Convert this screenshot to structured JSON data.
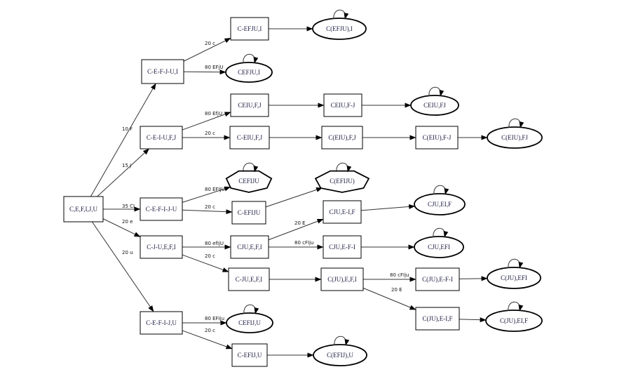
{
  "diagram": {
    "type": "state-transition-graph",
    "nodes": [
      {
        "id": "n0",
        "label": "C,E,F,I,J,U",
        "shape": "box"
      },
      {
        "id": "n1",
        "label": "C-E-F-J-U,I",
        "shape": "box"
      },
      {
        "id": "n2",
        "label": "C-EFJU,I",
        "shape": "box"
      },
      {
        "id": "n3",
        "label": "C(EFJU),I",
        "shape": "ellipse"
      },
      {
        "id": "n4",
        "label": "CEFJU,I",
        "shape": "ellipse"
      },
      {
        "id": "n5",
        "label": "C-E-I-U,F,J",
        "shape": "box"
      },
      {
        "id": "n6",
        "label": "CEIU,F,J",
        "shape": "box"
      },
      {
        "id": "n7",
        "label": "CEIU,F-J",
        "shape": "box"
      },
      {
        "id": "n8",
        "label": "CEIU,FJ",
        "shape": "ellipse"
      },
      {
        "id": "n9",
        "label": "C-EIU,F,J",
        "shape": "box"
      },
      {
        "id": "n10",
        "label": "C(EIU),F,J",
        "shape": "box"
      },
      {
        "id": "n11",
        "label": "C(EIU),F-J",
        "shape": "box"
      },
      {
        "id": "n12",
        "label": "C(EIU),FJ",
        "shape": "ellipse"
      },
      {
        "id": "n13",
        "label": "C-E-F-I-J-U",
        "shape": "box"
      },
      {
        "id": "n14",
        "label": "CEFIJU",
        "shape": "heptagon"
      },
      {
        "id": "n15",
        "label": "C-EFIJU",
        "shape": "box"
      },
      {
        "id": "n16",
        "label": "C(EFIJU)",
        "shape": "heptagon"
      },
      {
        "id": "n17",
        "label": "CJU,E-I,F",
        "shape": "box"
      },
      {
        "id": "n18",
        "label": "CJU,EI,F",
        "shape": "ellipse"
      },
      {
        "id": "n19",
        "label": "C-J-U,E,F,I",
        "shape": "box"
      },
      {
        "id": "n20",
        "label": "CJU,E,F,I",
        "shape": "box"
      },
      {
        "id": "n21",
        "label": "CJU,E-F-I",
        "shape": "box"
      },
      {
        "id": "n22",
        "label": "CJU,EFI",
        "shape": "ellipse"
      },
      {
        "id": "n23",
        "label": "C-JU,E,F,I",
        "shape": "box"
      },
      {
        "id": "n24",
        "label": "C(JU),E,F,I",
        "shape": "box"
      },
      {
        "id": "n25",
        "label": "C(JU),E-F-I",
        "shape": "box"
      },
      {
        "id": "n26",
        "label": "C(JU),EFI",
        "shape": "ellipse"
      },
      {
        "id": "n27",
        "label": "C(JU),E-I,F",
        "shape": "box"
      },
      {
        "id": "n28",
        "label": "C(JU),EI,F",
        "shape": "ellipse"
      },
      {
        "id": "n29",
        "label": "C-E-F-I-J,U",
        "shape": "box"
      },
      {
        "id": "n30",
        "label": "CEFIJ,U",
        "shape": "ellipse"
      },
      {
        "id": "n31",
        "label": "C-EFIJ,U",
        "shape": "box"
      },
      {
        "id": "n32",
        "label": "C(EFIJ),U",
        "shape": "ellipse"
      }
    ],
    "edges": [
      {
        "from": "n0",
        "to": "n1",
        "label": "10 F"
      },
      {
        "from": "n0",
        "to": "n5",
        "label": "15 j"
      },
      {
        "from": "n0",
        "to": "n13",
        "label": "35 CI"
      },
      {
        "from": "n0",
        "to": "n19",
        "label": "20 e"
      },
      {
        "from": "n0",
        "to": "n29",
        "label": "20 u"
      },
      {
        "from": "n1",
        "to": "n2",
        "label": "20 c"
      },
      {
        "from": "n1",
        "to": "n4",
        "label": "80 EFjU"
      },
      {
        "from": "n2",
        "to": "n3",
        "label": ""
      },
      {
        "from": "n5",
        "to": "n6",
        "label": "80 EfjU"
      },
      {
        "from": "n5",
        "to": "n9",
        "label": "20 c"
      },
      {
        "from": "n6",
        "to": "n7",
        "label": ""
      },
      {
        "from": "n7",
        "to": "n8",
        "label": ""
      },
      {
        "from": "n9",
        "to": "n10",
        "label": ""
      },
      {
        "from": "n10",
        "to": "n11",
        "label": ""
      },
      {
        "from": "n11",
        "to": "n12",
        "label": ""
      },
      {
        "from": "n13",
        "to": "n14",
        "label": "80 EFIJU"
      },
      {
        "from": "n13",
        "to": "n15",
        "label": "20 c"
      },
      {
        "from": "n15",
        "to": "n16",
        "label": ""
      },
      {
        "from": "n19",
        "to": "n20",
        "label": "80 efIjU"
      },
      {
        "from": "n19",
        "to": "n23",
        "label": "20 c"
      },
      {
        "from": "n20",
        "to": "n17",
        "label": "20 E"
      },
      {
        "from": "n20",
        "to": "n21",
        "label": "80 cFIju"
      },
      {
        "from": "n17",
        "to": "n18",
        "label": ""
      },
      {
        "from": "n21",
        "to": "n22",
        "label": ""
      },
      {
        "from": "n23",
        "to": "n24",
        "label": ""
      },
      {
        "from": "n24",
        "to": "n25",
        "label": "80 cFIju"
      },
      {
        "from": "n24",
        "to": "n27",
        "label": "20 E"
      },
      {
        "from": "n25",
        "to": "n26",
        "label": ""
      },
      {
        "from": "n27",
        "to": "n28",
        "label": ""
      },
      {
        "from": "n29",
        "to": "n30",
        "label": "80 EFIju"
      },
      {
        "from": "n29",
        "to": "n31",
        "label": "20 c"
      },
      {
        "from": "n31",
        "to": "n32",
        "label": ""
      }
    ],
    "self_loops": [
      "n3",
      "n4",
      "n8",
      "n12",
      "n14",
      "n16",
      "n18",
      "n22",
      "n26",
      "n28",
      "n30",
      "n32"
    ]
  }
}
